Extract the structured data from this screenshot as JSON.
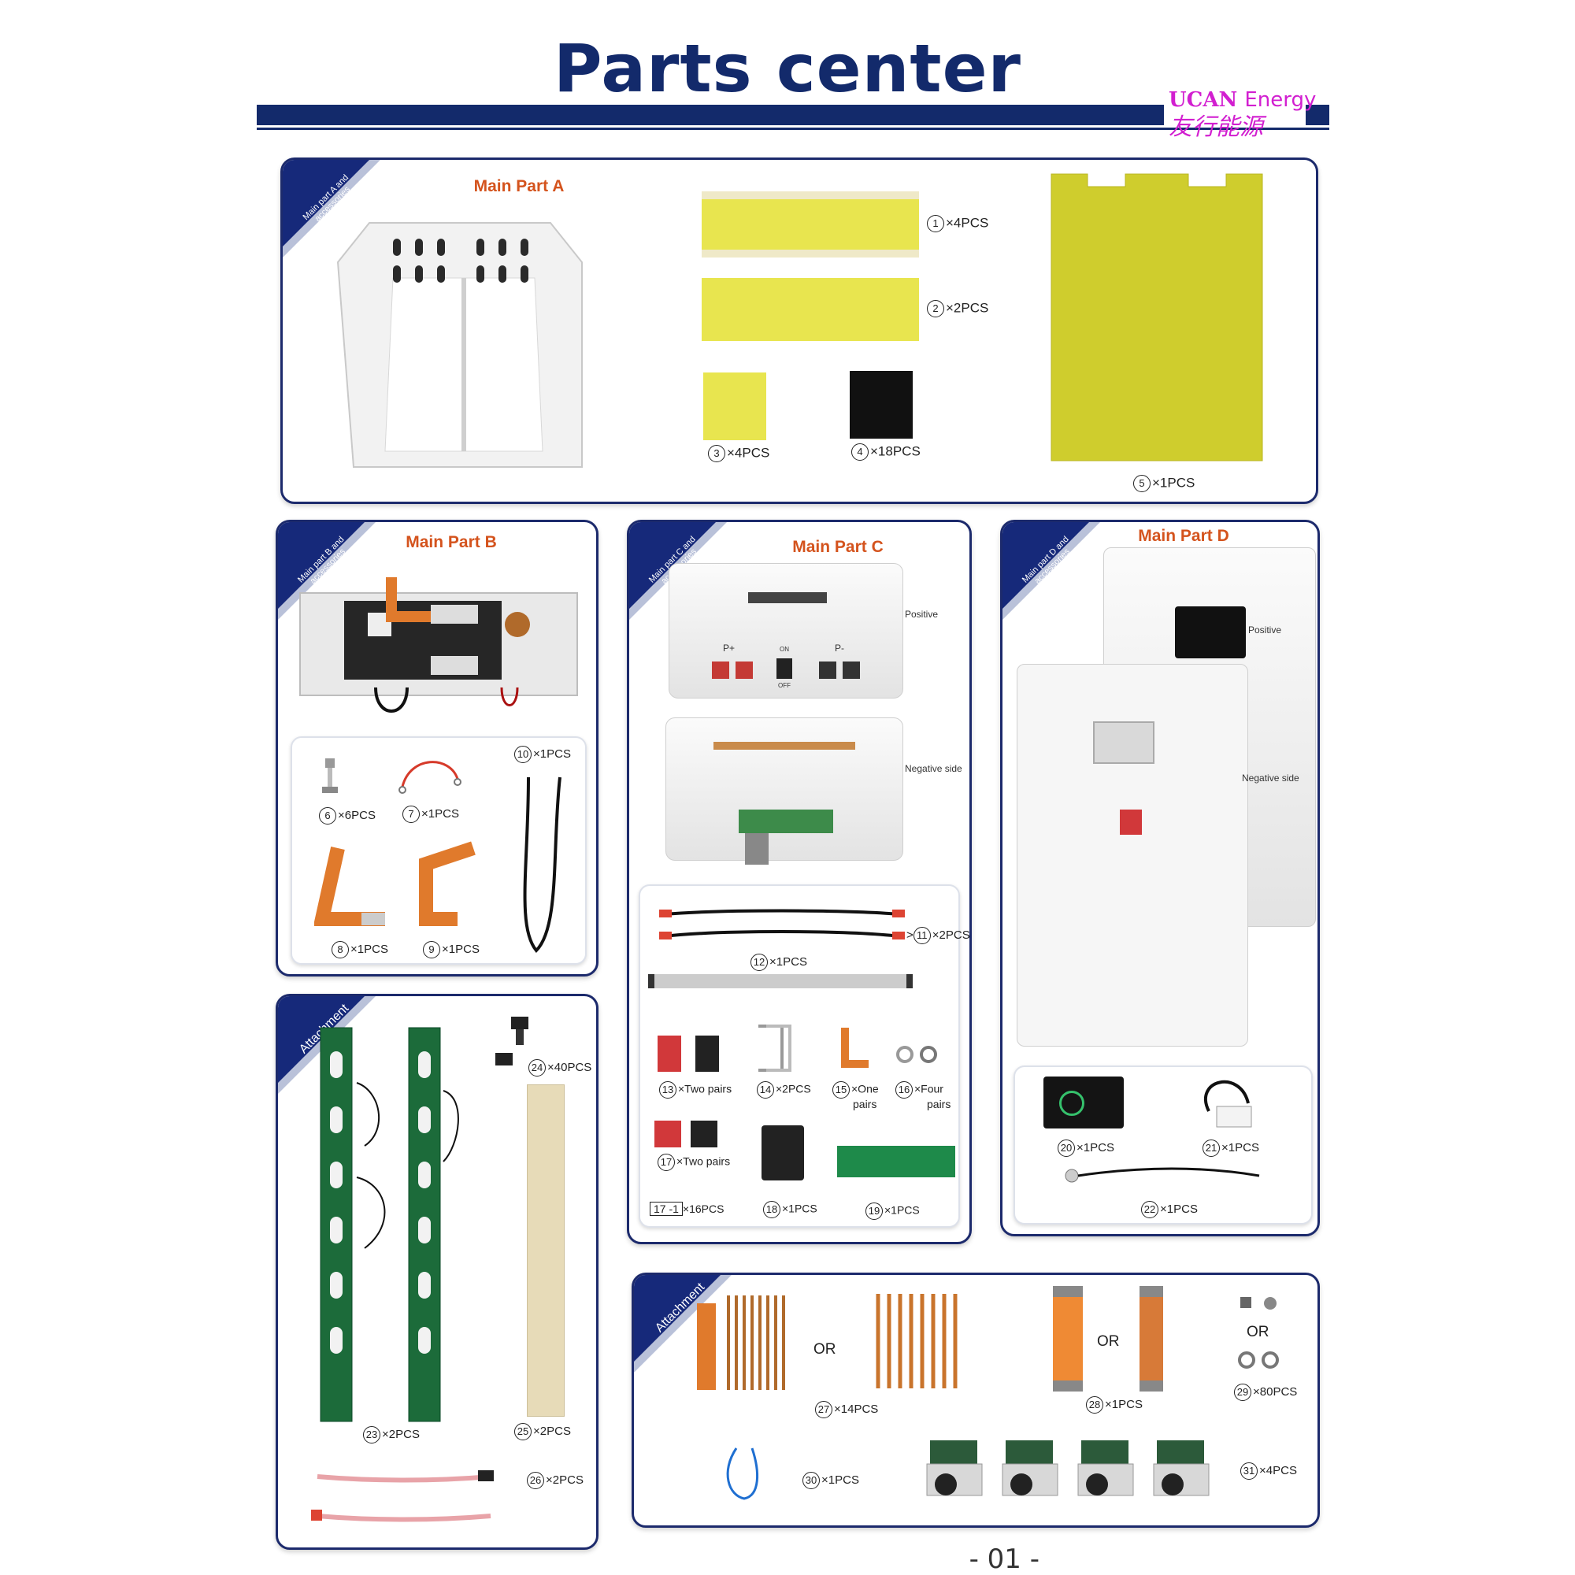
{
  "header": {
    "title": "Parts center",
    "brand_en_a": "UCAN",
    "brand_en_b": "Energy",
    "brand_cn": "友行能源"
  },
  "sections": {
    "a": {
      "corner": "Main part A and accessories",
      "title": "Main Part A"
    },
    "b": {
      "corner": "Main part B and accessories",
      "title": "Main Part B"
    },
    "c": {
      "corner": "Main part C and accessories",
      "title": "Main Part C"
    },
    "d": {
      "corner": "Main part D and accessories",
      "title": "Main Part D"
    },
    "att1": {
      "corner": "Attachment"
    },
    "att2": {
      "corner": "Attachment"
    }
  },
  "annotations": {
    "c_positive": "Positive",
    "c_negative": "Negative side",
    "c_pplus": "P+",
    "c_pminus": "P-",
    "c_on": "ON",
    "c_off": "OFF",
    "d_positive": "Positive",
    "d_negative": "Negative side",
    "or": "OR",
    "c_17_1": "17 -1"
  },
  "parts": {
    "p1": {
      "num": "1",
      "qty": "×4PCS"
    },
    "p2": {
      "num": "2",
      "qty": "×2PCS"
    },
    "p3": {
      "num": "3",
      "qty": "×4PCS"
    },
    "p4": {
      "num": "4",
      "qty": "×18PCS"
    },
    "p5": {
      "num": "5",
      "qty": "×1PCS"
    },
    "p6": {
      "num": "6",
      "qty": "×6PCS"
    },
    "p7": {
      "num": "7",
      "qty": "×1PCS"
    },
    "p8": {
      "num": "8",
      "qty": "×1PCS"
    },
    "p9": {
      "num": "9",
      "qty": "×1PCS"
    },
    "p10": {
      "num": "10",
      "qty": "×1PCS"
    },
    "p11": {
      "num": "11",
      "qty": "×2PCS"
    },
    "p12": {
      "num": "12",
      "qty": "×1PCS"
    },
    "p13": {
      "num": "13",
      "qty": "×Two pairs"
    },
    "p14": {
      "num": "14",
      "qty": "×2PCS"
    },
    "p15": {
      "num": "15",
      "qty": "×One",
      "qty2": "pairs"
    },
    "p16": {
      "num": "16",
      "qty": "×Four",
      "qty2": "pairs"
    },
    "p17": {
      "num": "17",
      "qty": "×Two pairs"
    },
    "p17_1": {
      "qty": "×16PCS"
    },
    "p18": {
      "num": "18",
      "qty": "×1PCS"
    },
    "p19": {
      "num": "19",
      "qty": "×1PCS"
    },
    "p20": {
      "num": "20",
      "qty": "×1PCS"
    },
    "p21": {
      "num": "21",
      "qty": "×1PCS"
    },
    "p22": {
      "num": "22",
      "qty": "×1PCS"
    },
    "p23": {
      "num": "23",
      "qty": "×2PCS"
    },
    "p24": {
      "num": "24",
      "qty": "×40PCS"
    },
    "p25": {
      "num": "25",
      "qty": "×2PCS"
    },
    "p26": {
      "num": "26",
      "qty": "×2PCS"
    },
    "p27": {
      "num": "27",
      "qty": "×14PCS"
    },
    "p28": {
      "num": "28",
      "qty": "×1PCS"
    },
    "p29": {
      "num": "29",
      "qty": "×80PCS"
    },
    "p30": {
      "num": "30",
      "qty": "×1PCS"
    },
    "p31": {
      "num": "31",
      "qty": "×4PCS"
    }
  },
  "footer": {
    "page_number": "- 01 -"
  },
  "colors": {
    "navy": "#132a6b",
    "orange_title": "#d4531d",
    "brand_magenta": "#d21fd0",
    "insulation_yellow": "#e8e54f"
  }
}
